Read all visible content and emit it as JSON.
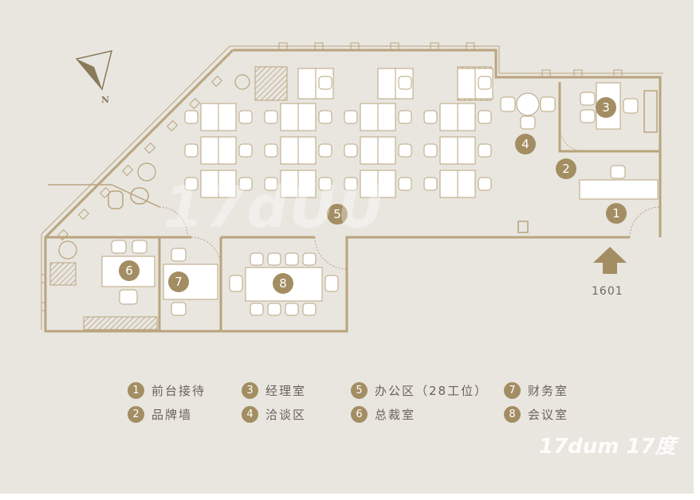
{
  "plan": {
    "compass_label": "N",
    "entrance_label": "1601",
    "rooms": [
      {
        "num": "1",
        "name": "前台接待"
      },
      {
        "num": "2",
        "name": "品牌墙"
      },
      {
        "num": "3",
        "name": "经理室"
      },
      {
        "num": "4",
        "name": "洽谈区"
      },
      {
        "num": "5",
        "name": "办公区（28工位）"
      },
      {
        "num": "6",
        "name": "总裁室"
      },
      {
        "num": "7",
        "name": "财务室"
      },
      {
        "num": "8",
        "name": "会议室"
      }
    ]
  },
  "legend": [
    {
      "num": "1",
      "text": "前台接待"
    },
    {
      "num": "2",
      "text": "品牌墙"
    },
    {
      "num": "3",
      "text": "经理室"
    },
    {
      "num": "4",
      "text": "洽谈区"
    },
    {
      "num": "5",
      "text": "办公区（28工位）"
    },
    {
      "num": "6",
      "text": "总裁室"
    },
    {
      "num": "7",
      "text": "财务室"
    },
    {
      "num": "8",
      "text": "会议室"
    }
  ],
  "watermarks": {
    "center": "17dUU",
    "corner": "17dum 17度"
  },
  "colors": {
    "background": "#e9e6e0",
    "accent": "#a38d62",
    "wall": "#b9a47d"
  }
}
